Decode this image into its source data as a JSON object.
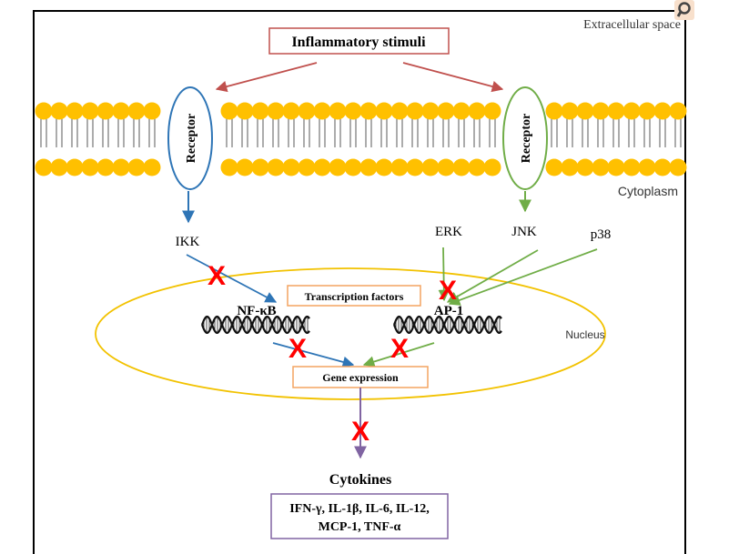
{
  "labels": {
    "extracellular_space": "Extracellular space",
    "cytoplasm": "Cytoplasm",
    "nucleus": "Nucleus",
    "inflammatory_stimuli": "Inflammatory stimuli",
    "receptor": "Receptor",
    "ikk": "IKK",
    "erk": "ERK",
    "jnk": "JNK",
    "p38": "p38",
    "transcription_factors": "Transcription factors",
    "nfkb": "NF-κB",
    "ap1": "AP-1",
    "gene_expression": "Gene expression",
    "cytokines": "Cytokines",
    "cytokine_list_line1": "IFN-γ, IL-1β, IL-6, IL-12,",
    "cytokine_list_line2": "MCP-1, TNF-α",
    "inhibition_mark": "X"
  },
  "colors": {
    "stimuli_box": "#c0504d",
    "stimuli_arrow": "#c0504d",
    "membrane_head": "#ffc000",
    "membrane_tail": "#7f7f7f",
    "receptor_left": "#2e75b6",
    "receptor_right": "#70ad47",
    "ikk_path": "#2e75b6",
    "mapk_path": "#70ad47",
    "nucleus": "#f2c200",
    "orange_box": "#f4a460",
    "cytokine_arrow": "#8064a2",
    "cytokine_box": "#8064a2",
    "inhibition": "#ff0000"
  },
  "icons": [
    "dna-helix-icon",
    "inhibition-x-icon",
    "zoom-icon"
  ]
}
